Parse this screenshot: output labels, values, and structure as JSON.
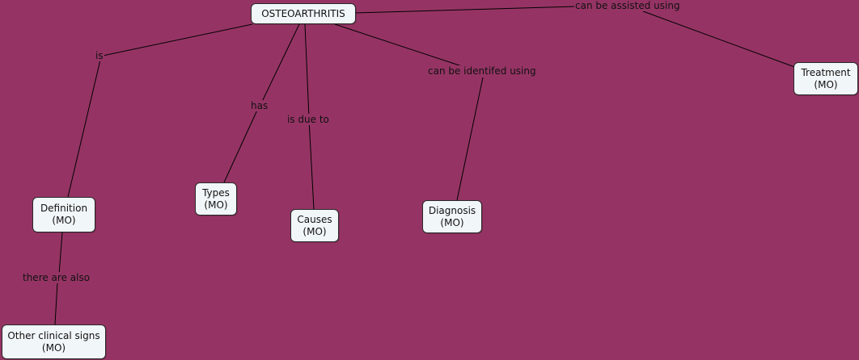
{
  "map": {
    "background": "#953464",
    "node_fill": "#f1f6f8",
    "line_color": "#000000",
    "nodes": {
      "root": {
        "line1": "OSTEOARTHRITIS"
      },
      "definition": {
        "line1": "Definition",
        "line2": "(MO)"
      },
      "types": {
        "line1": "Types",
        "line2": "(MO)"
      },
      "causes": {
        "line1": "Causes",
        "line2": "(MO)"
      },
      "diagnosis": {
        "line1": "Diagnosis",
        "line2": "(MO)"
      },
      "treatment": {
        "line1": "Treatment",
        "line2": "(MO)"
      },
      "other": {
        "line1": "Other clinical signs",
        "line2": "(MO)"
      }
    },
    "links": {
      "is": "is",
      "has": "has",
      "is_due_to": "is due to",
      "identified": "can be identifed using",
      "assisted": "can be assisted using",
      "also": "there are also"
    }
  }
}
